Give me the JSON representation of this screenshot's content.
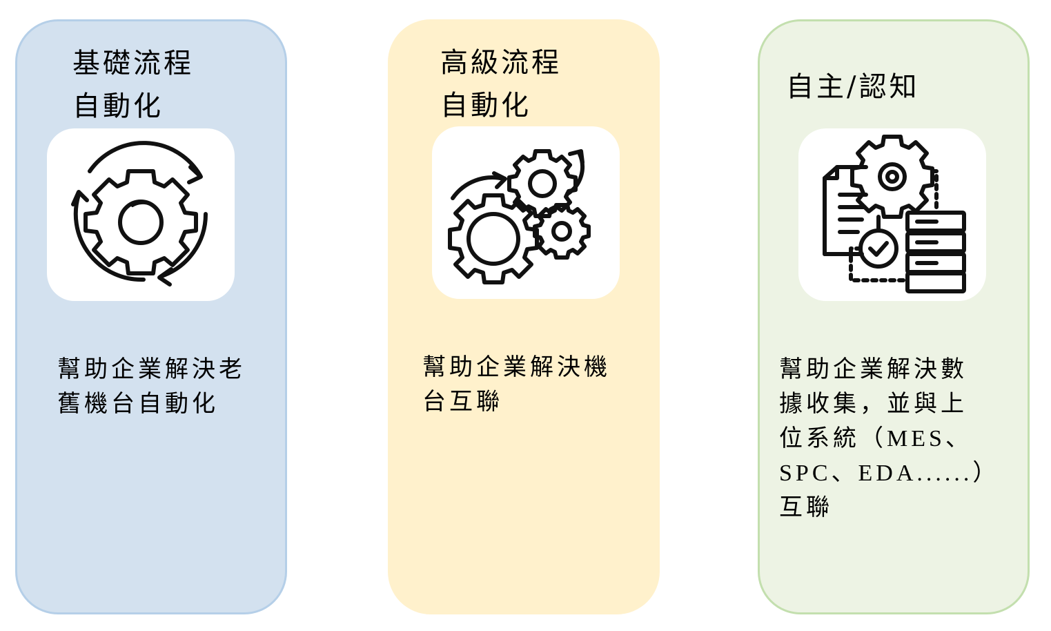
{
  "cards": [
    {
      "title": "基礎流程\n自動化",
      "icon": "gear-cycle-icon",
      "description": "幫助企業解決老\n舊機台自動化",
      "background": "#d3e1ef",
      "border": "#b5cfe8"
    },
    {
      "title": "高級流程\n自動化",
      "icon": "multi-gears-icon",
      "description": "幫助企業解決機\n台互聯",
      "background": "#fff1cc",
      "border": "#fff1cc"
    },
    {
      "title": "自主/認知",
      "icon": "document-gear-database-icon",
      "description": "幫助企業解決數\n據收集，並與上\n位系統（MES、\nSPC、EDA......）\n互聯",
      "background": "#edf3e4",
      "border": "#c3dfae"
    }
  ]
}
